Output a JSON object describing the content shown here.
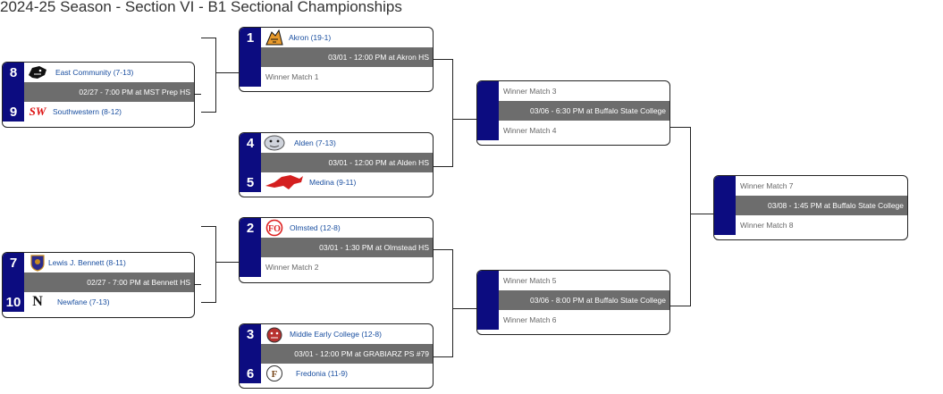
{
  "page_title": "2024-25 Season - Section VI - B1 Sectional Championships",
  "colors": {
    "seed_bg": "#0c0c80",
    "info_bg": "#6d6d6d",
    "team_link": "#1a4fa0",
    "placeholder": "#666666"
  },
  "matches": {
    "m_8_9": {
      "top": {
        "seed": "8",
        "team": "East Community (7-13)",
        "logo": "panther-logo"
      },
      "info": "02/27 - 7:00 PM at MST Prep HS",
      "bottom": {
        "seed": "9",
        "team": "Southwestern (8-12)",
        "logo": "sw-logo"
      }
    },
    "m_7_10": {
      "top": {
        "seed": "7",
        "team": "Lewis J. Bennett (8-11)",
        "logo": "bennett-logo"
      },
      "info": "02/27 - 7:00 PM at Bennett HS",
      "bottom": {
        "seed": "10",
        "team": "Newfane (7-13)",
        "logo": "newfane-logo"
      }
    },
    "m_1": {
      "top": {
        "seed": "1",
        "team": "Akron (19-1)",
        "logo": "tiger-logo"
      },
      "info": "03/01 - 12:00 PM at Akron HS",
      "bottom": {
        "seed": "",
        "team": "Winner Match 1"
      }
    },
    "m_4_5": {
      "top": {
        "seed": "4",
        "team": "Alden (7-13)",
        "logo": "bulldog-logo"
      },
      "info": "03/01 - 12:00 PM at Alden HS",
      "bottom": {
        "seed": "5",
        "team": "Medina (9-11)",
        "logo": "mustang-logo"
      }
    },
    "m_2": {
      "top": {
        "seed": "2",
        "team": "Olmsted (12-8)",
        "logo": "olmsted-logo"
      },
      "info": "03/01 - 1:30 PM at Olmstead HS",
      "bottom": {
        "seed": "",
        "team": "Winner Match 2"
      }
    },
    "m_3_6": {
      "top": {
        "seed": "3",
        "team": "Middle Early College (12-8)",
        "logo": "tiger-head-logo"
      },
      "info": "03/01 - 12:00 PM at GRABIARZ PS #79",
      "bottom": {
        "seed": "6",
        "team": "Fredonia (11-9)",
        "logo": "fredonia-logo"
      }
    },
    "semi_top": {
      "top": {
        "team": "Winner Match 3"
      },
      "info": "03/06 - 6:30 PM at Buffalo State College",
      "bottom": {
        "team": "Winner Match 4"
      }
    },
    "semi_bottom": {
      "top": {
        "team": "Winner Match 5"
      },
      "info": "03/06 - 8:00 PM at Buffalo State College",
      "bottom": {
        "team": "Winner Match 6"
      }
    },
    "final": {
      "top": {
        "team": "Winner Match 7"
      },
      "info": "03/08 - 1:45 PM at Buffalo State College",
      "bottom": {
        "team": "Winner Match 8"
      }
    }
  }
}
